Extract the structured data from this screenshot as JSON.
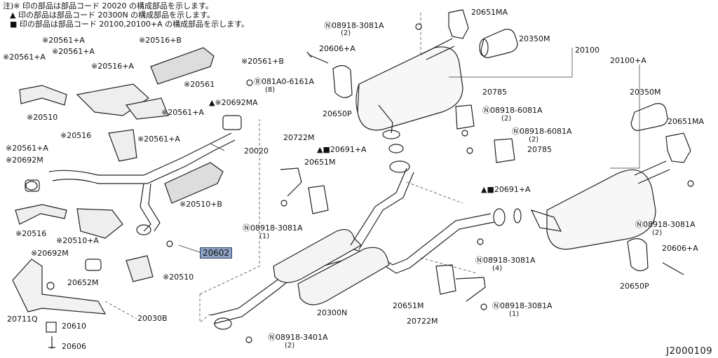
{
  "notes": [
    "注)※ 印の部品は部品コード 20020 の構成部品を示します。",
    "▲ 印の部品は部品コード 20300N の構成部品を示します。",
    "■ 印の部品は部品コード 20100,20100+A の構成部品を示します。"
  ],
  "labels": [
    {
      "id": "l01",
      "text": "20651MA"
    },
    {
      "id": "l02",
      "text": "Ⓝ08918-3081A"
    },
    {
      "id": "l03",
      "text": "(2)"
    },
    {
      "id": "l04",
      "text": "20606+A"
    },
    {
      "id": "l05",
      "text": "20350M"
    },
    {
      "id": "l06",
      "text": "20100"
    },
    {
      "id": "l07",
      "text": "※20561+A"
    },
    {
      "id": "l08",
      "text": "※20516+B"
    },
    {
      "id": "l09",
      "text": "※20561+A"
    },
    {
      "id": "l10",
      "text": "※20561+A"
    },
    {
      "id": "l11",
      "text": "※20561+B"
    },
    {
      "id": "l12",
      "text": "※20516+A"
    },
    {
      "id": "l13",
      "text": "※20561"
    },
    {
      "id": "l14",
      "text": "Ⓑ081A0-6161A"
    },
    {
      "id": "l15",
      "text": "(8)"
    },
    {
      "id": "l16",
      "text": "▲※20692MA"
    },
    {
      "id": "l17",
      "text": "※20510"
    },
    {
      "id": "l18",
      "text": "※20561+A"
    },
    {
      "id": "l19",
      "text": "20650P"
    },
    {
      "id": "l20",
      "text": "20785"
    },
    {
      "id": "l21",
      "text": "20100+A"
    },
    {
      "id": "l22",
      "text": "※20516"
    },
    {
      "id": "l23",
      "text": "※20561+A"
    },
    {
      "id": "l24",
      "text": "Ⓝ08918-6081A"
    },
    {
      "id": "l25",
      "text": "(2)"
    },
    {
      "id": "l26",
      "text": "20350M"
    },
    {
      "id": "l27",
      "text": "※20561+A"
    },
    {
      "id": "l28",
      "text": "20722M"
    },
    {
      "id": "l29",
      "text": "Ⓝ08918-6081A"
    },
    {
      "id": "l30",
      "text": "(2)"
    },
    {
      "id": "l31",
      "text": "20651MA"
    },
    {
      "id": "l32",
      "text": "※20692M"
    },
    {
      "id": "l33",
      "text": "20020"
    },
    {
      "id": "l34",
      "text": "▲■20691+A"
    },
    {
      "id": "l35",
      "text": "20785"
    },
    {
      "id": "l36",
      "text": "20651M"
    },
    {
      "id": "l37",
      "text": "※20510+B"
    },
    {
      "id": "l38",
      "text": "▲■20691+A"
    },
    {
      "id": "l39",
      "text": "※20516"
    },
    {
      "id": "l40",
      "text": "Ⓝ08918-3081A"
    },
    {
      "id": "l41",
      "text": "(1)"
    },
    {
      "id": "l42",
      "text": "Ⓝ08918-3081A"
    },
    {
      "id": "l43",
      "text": "(2)"
    },
    {
      "id": "l44",
      "text": "※20510+A"
    },
    {
      "id": "l45",
      "text": "20602"
    },
    {
      "id": "l46",
      "text": "※20692M"
    },
    {
      "id": "l47",
      "text": "20606+A"
    },
    {
      "id": "l48",
      "text": "Ⓝ08918-3081A"
    },
    {
      "id": "l49",
      "text": "(4)"
    },
    {
      "id": "l50",
      "text": "※20510"
    },
    {
      "id": "l51",
      "text": "20652M"
    },
    {
      "id": "l52",
      "text": "20650P"
    },
    {
      "id": "l53",
      "text": "20711Q"
    },
    {
      "id": "l54",
      "text": "20030B"
    },
    {
      "id": "l55",
      "text": "20300N"
    },
    {
      "id": "l56",
      "text": "20651M"
    },
    {
      "id": "l57",
      "text": "Ⓝ08918-3081A"
    },
    {
      "id": "l58",
      "text": "(1)"
    },
    {
      "id": "l59",
      "text": "20610"
    },
    {
      "id": "l60",
      "text": "20722M"
    },
    {
      "id": "l61",
      "text": "20606"
    },
    {
      "id": "l62",
      "text": "Ⓝ08918-3401A"
    },
    {
      "id": "l63",
      "text": "(2)"
    }
  ],
  "highlight_color": "#8fa3c4",
  "diagram_id": "J2000109"
}
